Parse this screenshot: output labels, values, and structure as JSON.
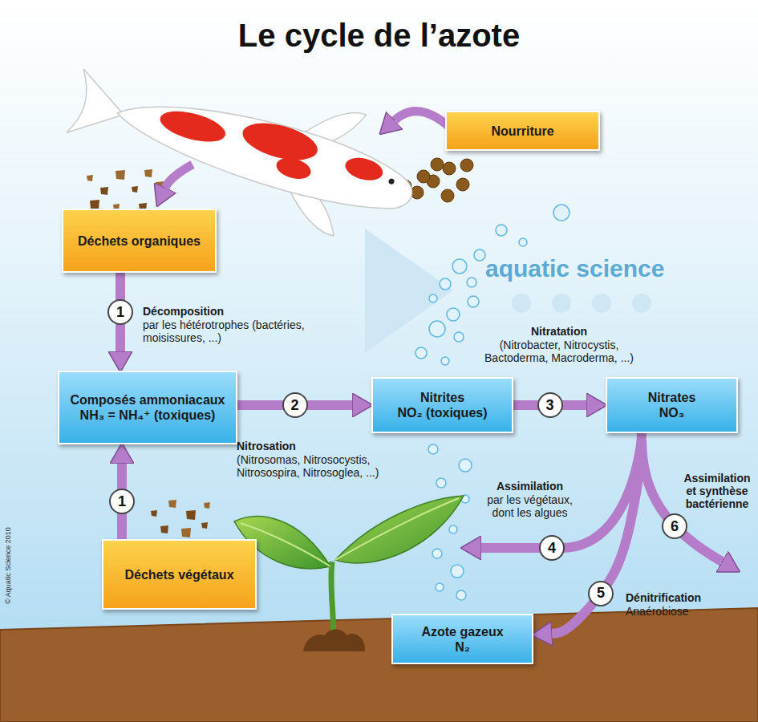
{
  "diagram": {
    "title": "Le cycle de l’azote",
    "nodes": [
      {
        "text": [
          "Nourriture"
        ]
      },
      {
        "text": [
          "Déchets organiques"
        ]
      },
      {
        "text": [
          "Composés ammoniacaux",
          "NH₃ = NH₄⁺ (toxiques)"
        ]
      },
      {
        "text": [
          "Nitrites",
          "NO₂ (toxiques)"
        ]
      },
      {
        "text": [
          "Nitrates",
          "NO₃"
        ]
      },
      {
        "text": [
          "Déchets végétaux"
        ]
      },
      {
        "text": [
          "Azote gazeux",
          "N₂"
        ]
      }
    ],
    "edges": [
      {
        "from": 1,
        "to": 2,
        "label": "1",
        "arrow": "to"
      },
      {
        "from": 5,
        "to": 2,
        "label": "1",
        "arrow": "to"
      },
      {
        "from": 2,
        "to": 3,
        "label": "2",
        "arrow": "to"
      },
      {
        "from": 3,
        "to": 4,
        "label": "3",
        "arrow": "to"
      },
      {
        "from": 4,
        "to": 6,
        "label": "5",
        "arrow": "to"
      }
    ],
    "labels": [
      "Décomposition",
      "par les hétérotrophes (bactéries, moisissures, ...)",
      "Nitratation",
      "(Nitrobacter, Nitrocystis, Bactoderma, Macroderma, ...)",
      "Nitrosation",
      "(Nitrosomas, Nitrosocystis, Nitrosospira, Nitrosoglea, ...)",
      "Assimilation",
      "par les végétaux, dont les algues",
      "4",
      "Assimilation et synthèse bactérienne",
      "6",
      "Dénitrification",
      "Anaérobiose",
      "aquatic science",
      "© Aquatic Science 2010"
    ]
  }
}
